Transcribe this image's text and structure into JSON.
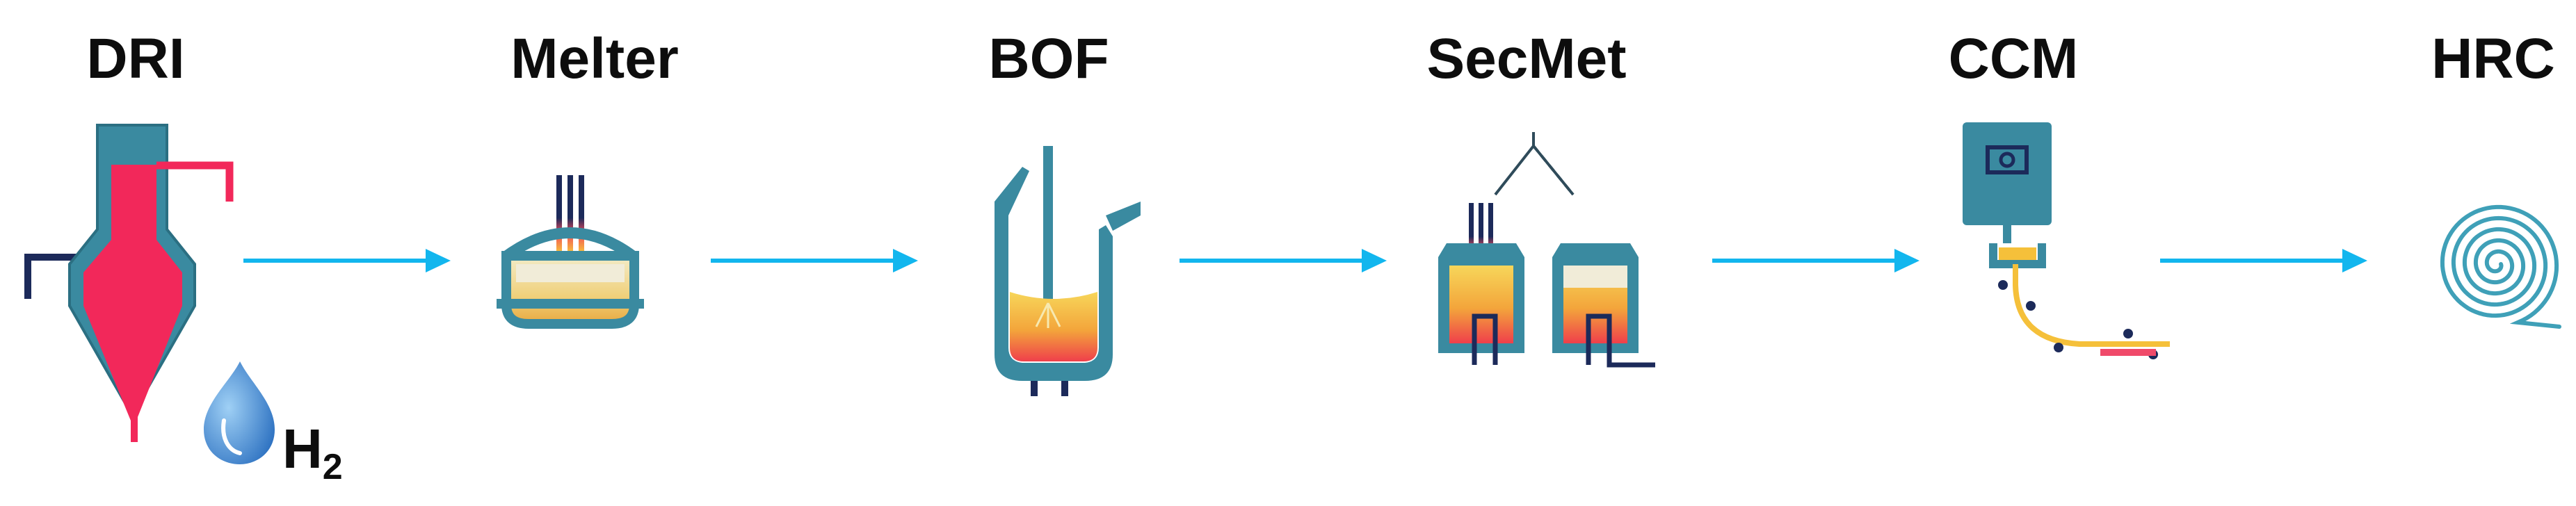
{
  "stages": [
    {
      "id": "dri",
      "label": "DRI"
    },
    {
      "id": "melter",
      "label": "Melter"
    },
    {
      "id": "bof",
      "label": "BOF"
    },
    {
      "id": "secmet",
      "label": "SecMet"
    },
    {
      "id": "ccm",
      "label": "CCM"
    },
    {
      "id": "hrc",
      "label": "HRC"
    }
  ],
  "hydrogen": {
    "symbol": "H",
    "subscript": "2",
    "icon": "water-drop-icon"
  },
  "colors": {
    "arrow": "#12b6ee",
    "vessel": "#3a8aa0",
    "vessel_dark": "#1f5f70",
    "hot_pink": "#f2285a",
    "melt_top": "#f5c03a",
    "melt_bottom": "#f04a4a",
    "navy": "#1c2a5a",
    "coil": "#3fa0b8"
  }
}
